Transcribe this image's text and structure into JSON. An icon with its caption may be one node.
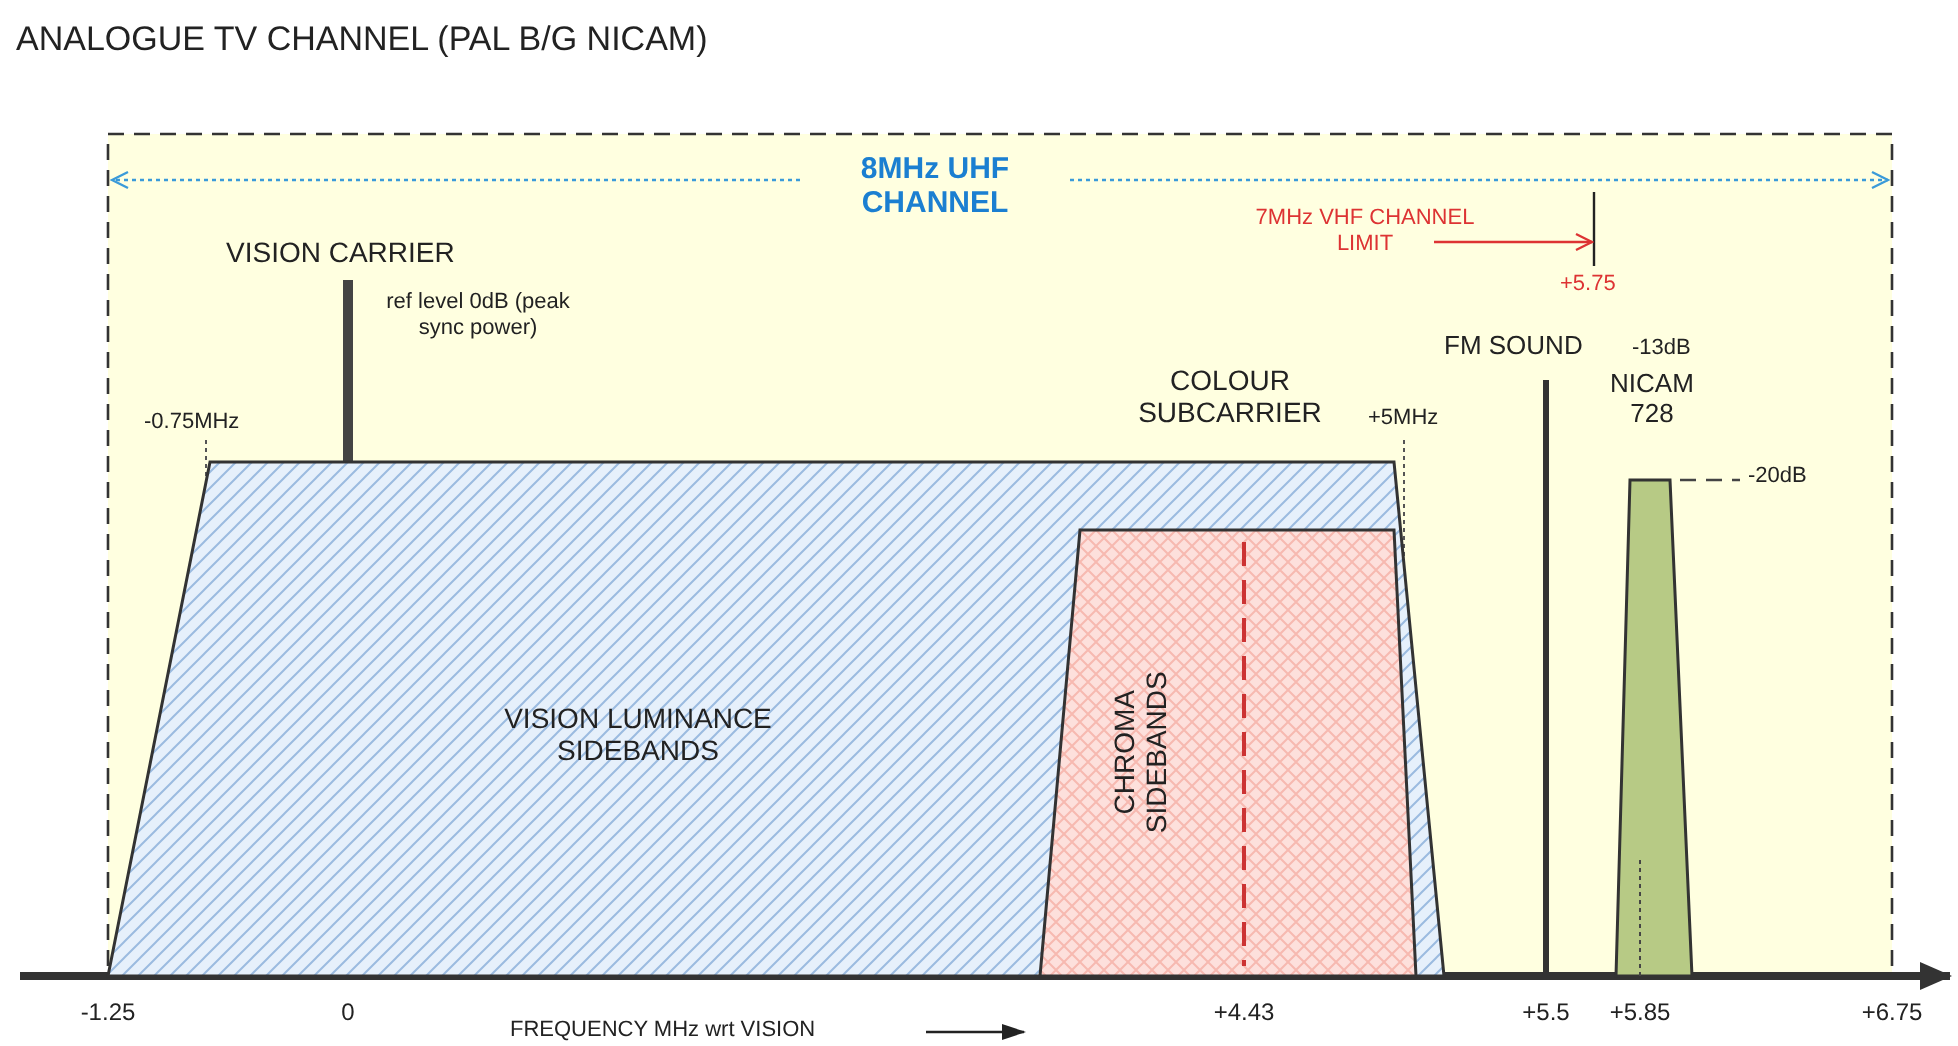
{
  "diagram": {
    "title": "ANALOGUE TV CHANNEL (PAL B/G NICAM)",
    "nodes": [
      {
        "text": [
          "VISION LUMINANCE SIDEBANDS"
        ]
      },
      {
        "text": [
          "CHROMA SIDEBANDS"
        ],
        "in": 0
      },
      {
        "text": [
          "NICAM 728"
        ],
        "beside": [
          "-20dB"
        ]
      }
    ],
    "labels": [
      "8MHz UHF CHANNEL",
      "7MHz VHF CHANNEL LIMIT",
      "VISION CARRIER",
      "ref level 0dB (peak sync power)",
      "+5.75",
      "FM SOUND",
      "-13dB",
      "COLOUR SUBCARRIER",
      "-0.75MHz",
      "+5MHz",
      "-1.25",
      "0",
      "FREQUENCY MHz wrt VISION",
      "+4.43",
      "+5.5",
      "+5.85",
      "+6.75"
    ]
  }
}
